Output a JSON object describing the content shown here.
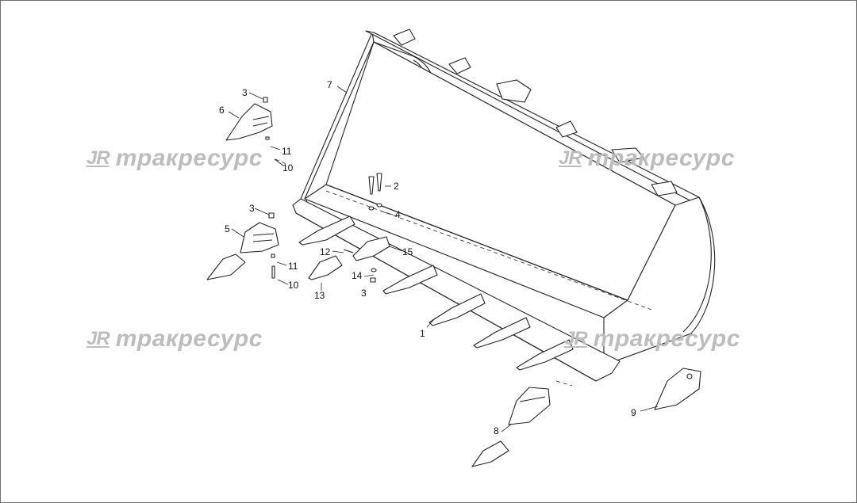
{
  "watermark": {
    "logo": "JR",
    "text": "тракресурс"
  },
  "callouts": {
    "c1": "1",
    "c2": "2",
    "c3a": "3",
    "c3b": "3",
    "c3c": "3",
    "c4": "4",
    "c5": "5",
    "c6": "6",
    "c7": "7",
    "c8": "8",
    "c9": "9",
    "c10a": "10",
    "c10b": "10",
    "c11a": "11",
    "c11b": "11",
    "c12": "12",
    "c13": "13",
    "c14": "14",
    "c15": "15"
  },
  "colors": {
    "line": "#222222",
    "watermark": "#bdbdbd"
  }
}
